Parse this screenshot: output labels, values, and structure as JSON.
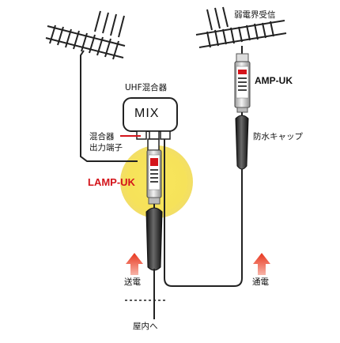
{
  "labels": {
    "weak_signal": "弱電界受信",
    "uhf_mixer": "UHF混合器",
    "mix": "MIX",
    "mixer_output_line1": "混合器",
    "mixer_output_line2": "出力端子",
    "lamp_uk": "LAMP-UK",
    "amp_uk": "AMP-UK",
    "waterproof_cap": "防水キャップ",
    "power_send": "送電",
    "power_pass": "通電",
    "indoor": "屋内へ"
  },
  "colors": {
    "highlight": "#f6e45a",
    "accent_red": "#d4141b",
    "arrow_red": "#e8351c",
    "line": "#222222",
    "device_body": "#c8c8c8"
  },
  "icons": [
    "antenna-left-icon",
    "antenna-right-icon",
    "amplifier-icon",
    "arrow-up-icon"
  ]
}
